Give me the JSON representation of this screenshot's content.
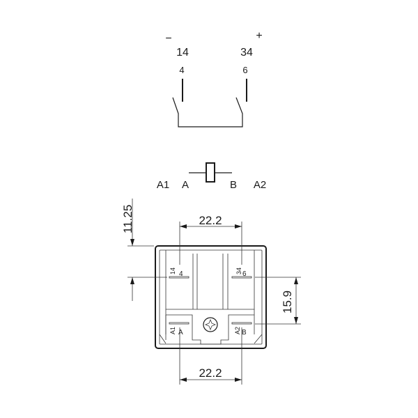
{
  "schematic": {
    "polarity_minus": "−",
    "polarity_plus": "+",
    "terminal_14": "14",
    "terminal_34": "34",
    "pin_4": "4",
    "pin_6": "6",
    "coil_a1": "A1",
    "coil_a": "A",
    "coil_b": "B",
    "coil_a2": "A2"
  },
  "footprint": {
    "dim_top": "22.2",
    "dim_bottom": "22.2",
    "dim_left": "11.25",
    "dim_right": "15.9",
    "label_14": "14",
    "label_4": "4",
    "label_34": "34",
    "label_6": "6",
    "label_a1": "A1",
    "label_a": "A",
    "label_a2": "A2",
    "label_b": "B"
  }
}
